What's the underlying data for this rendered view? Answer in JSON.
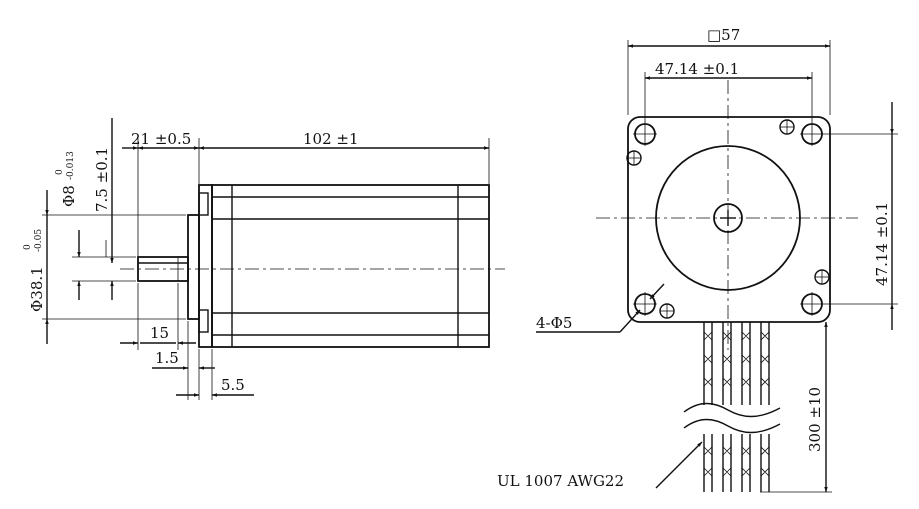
{
  "side_view": {
    "dims": {
      "shaft_dia": "Φ8",
      "shaft_dia_tol_upper": "0",
      "shaft_dia_tol_lower": "-0.013",
      "flat": "7.5 ±0.1",
      "shaft_length": "21 ±0.5",
      "body_length": "102 ±1",
      "boss_dia": "Φ38.1",
      "boss_tol_upper": "0",
      "boss_tol_lower": "-0.05",
      "flat_length": "15",
      "boss_height": "1.5",
      "flange_thickness": "5.5"
    }
  },
  "front_view": {
    "dims": {
      "square": "□57",
      "hole_spacing_h": "47.14 ±0.1",
      "hole_spacing_v": "47.14 ±0.1",
      "holes": "4-Φ5",
      "lead_length": "300 ±10",
      "wire_spec": "UL 1007 AWG22"
    }
  },
  "colors": {
    "ink": "#111111",
    "paper": "#ffffff"
  }
}
